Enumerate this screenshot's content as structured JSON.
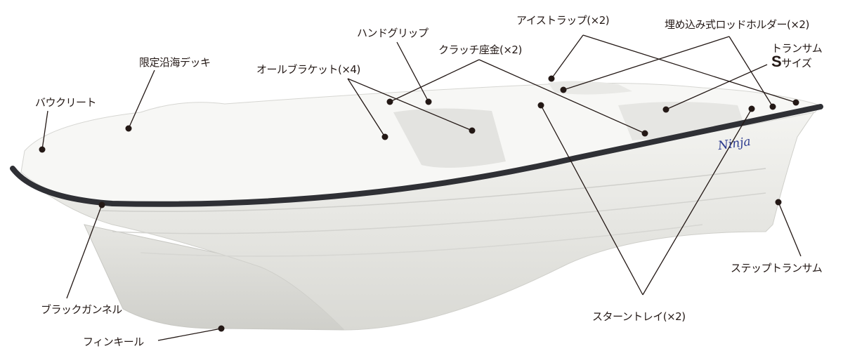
{
  "labels": {
    "deck": "限定沿海デッキ",
    "bow_cleat": "バウクリート",
    "oar_bracket": "オールブラケット(×4)",
    "hand_grip": "ハンドグリップ",
    "clutch_washer": "クラッチ座金(×2)",
    "eye_strap": "アイストラップ(×2)",
    "rod_holder": "埋め込み式ロッドホルダー(×2)",
    "transom_line1": "トランサム",
    "transom_s": "S",
    "transom_size": "サイズ",
    "step_transom": "ステップトランサム",
    "stern_tray": "スターントレイ(×2)",
    "black_gunnel": "ブラックガンネル",
    "fin_keel": "フィンキール"
  },
  "brand_mark": "Ninja",
  "colors": {
    "line": "#231815",
    "gunnel": "#2f3035",
    "hull": "#eeeeea",
    "brand": "#2b3a8f"
  }
}
